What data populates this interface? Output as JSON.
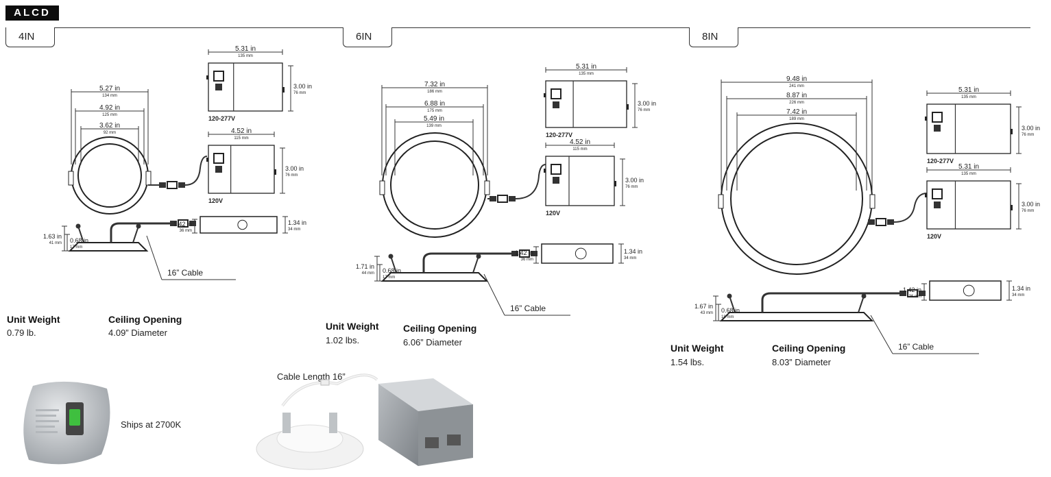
{
  "brand": "ALCD",
  "sections": [
    {
      "tab": "4IN",
      "driver_tall": {
        "w_in": "5.31 in",
        "w_mm": "135 mm",
        "h_in": "3.00 in",
        "h_mm": "76 mm",
        "label": "120-277V"
      },
      "driver_short": {
        "w_in": "4.52 in",
        "w_mm": "115 mm",
        "h_in": "3.00 in",
        "h_mm": "76 mm",
        "label": "120V"
      },
      "dims": [
        {
          "in": "5.27 in",
          "mm": "134 mm"
        },
        {
          "in": "4.92 in",
          "mm": "125 mm"
        },
        {
          "in": "3.62 in",
          "mm": "92 mm"
        }
      ],
      "side": {
        "total_in": "1.63 in",
        "total_mm": "41 mm",
        "trim_in": "0.68 in",
        "trim_mm": "17 mm",
        "jbox_h_in": "1.34 in",
        "jbox_h_mm": "34 mm",
        "jbox_o_in": "1.42 in",
        "jbox_o_mm": "36 mm"
      },
      "cable": "16” Cable",
      "weight_label": "Unit Weight",
      "weight": "0.79 lb.",
      "opening_label": "Ceiling Opening",
      "opening": "4.09” Diameter"
    },
    {
      "tab": "6IN",
      "driver_tall": {
        "w_in": "5.31 in",
        "w_mm": "135 mm",
        "h_in": "3.00 in",
        "h_mm": "76 mm",
        "label": "120-277V"
      },
      "driver_short": {
        "w_in": "4.52 in",
        "w_mm": "115 mm",
        "h_in": "3.00 in",
        "h_mm": "76 mm",
        "label": "120V"
      },
      "dims": [
        {
          "in": "7.32 in",
          "mm": "186 mm"
        },
        {
          "in": "6.88 in",
          "mm": "175 mm"
        },
        {
          "in": "5.49 in",
          "mm": "139 mm"
        }
      ],
      "side": {
        "total_in": "1.71 in",
        "total_mm": "44 mm",
        "trim_in": "0.68 in",
        "trim_mm": "17 mm",
        "jbox_h_in": "1.34 in",
        "jbox_h_mm": "34 mm",
        "jbox_o_in": "1.42 in",
        "jbox_o_mm": "36 mm"
      },
      "cable": "16” Cable",
      "weight_label": "Unit Weight",
      "weight": "1.02 lbs.",
      "opening_label": "Ceiling Opening",
      "opening": "6.06” Diameter"
    },
    {
      "tab": "8IN",
      "driver_tall": {
        "w_in": "5.31 in",
        "w_mm": "135 mm",
        "h_in": "3.00 in",
        "h_mm": "76 mm",
        "label": "120-277V"
      },
      "driver_short": {
        "w_in": "5.31 in",
        "w_mm": "135 mm",
        "h_in": "3.00 in",
        "h_mm": "76 mm",
        "label": "120V"
      },
      "dims": [
        {
          "in": "9.48 in",
          "mm": "241 mm"
        },
        {
          "in": "8.87 in",
          "mm": "226 mm"
        },
        {
          "in": "7.42 in",
          "mm": "189 mm"
        }
      ],
      "side": {
        "total_in": "1.67 in",
        "total_mm": "43 mm",
        "trim_in": "0.68 in",
        "trim_mm": "18 mm",
        "jbox_h_in": "1.34 in",
        "jbox_h_mm": "34 mm",
        "jbox_o_in": "1.42 in",
        "jbox_o_mm": "36 mm"
      },
      "cable": "16” Cable",
      "weight_label": "Unit Weight",
      "weight": "1.54 lbs.",
      "opening_label": "Ceiling Opening",
      "opening": "8.03” Diameter"
    }
  ],
  "photos": {
    "ships_label": "Ships at 2700K",
    "cable_length_label": "Cable Length 16”"
  }
}
